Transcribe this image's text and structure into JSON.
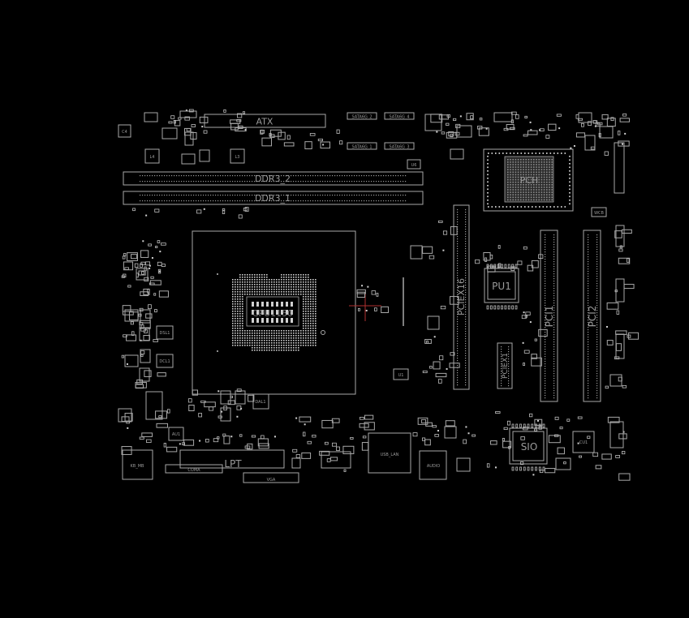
{
  "board": {
    "background": "#000000",
    "line_color": "#a8a8a8",
    "marker_color": "#b03030"
  },
  "labels": {
    "atx": "ATX",
    "ddr3_2": "DDR3_2",
    "ddr3_1": "DDR3_1",
    "cpu": "CPU1150",
    "pciex16": "PCIEX16",
    "pciex1": "PCIEX1",
    "pci1": "PCI1",
    "pci2": "PCI2",
    "pu1": "PU1",
    "sio": "SIO",
    "cu1": "CU1",
    "chipset": "PCH",
    "usb_lan": "USB_LAN",
    "audio": "AUDIO",
    "lpt": "LPT",
    "vga": "VGA",
    "com": "COMA",
    "kb_mb": "KB_MB",
    "l3": "L3",
    "l4": "L4",
    "sata1": "SATA6G_1",
    "sata2": "SATA6G_2",
    "sata3": "SATA6G_3",
    "sata4": "SATA6G_4",
    "au1": "AU1",
    "u1": "U1",
    "dsl1": "DSL1",
    "dcl1": "DCL1",
    "dal1": "DAL1",
    "cmos": "C4",
    "wcb": "WCB",
    "u6": "U6"
  }
}
